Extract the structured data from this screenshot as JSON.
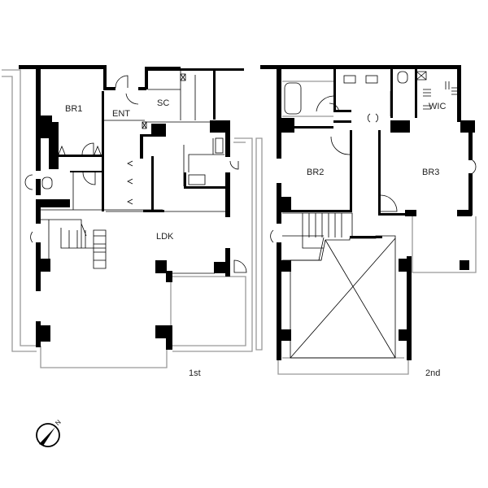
{
  "floor_plan": {
    "first_floor": {
      "label": "1st",
      "rooms": {
        "br1": "BR1",
        "ent": "ENT",
        "sc": "SC",
        "ldk": "LDK"
      }
    },
    "second_floor": {
      "label": "2nd",
      "rooms": {
        "br2": "BR2",
        "br3": "BR3",
        "wic": "WIC"
      }
    },
    "compass": {
      "north_label": "N"
    }
  }
}
